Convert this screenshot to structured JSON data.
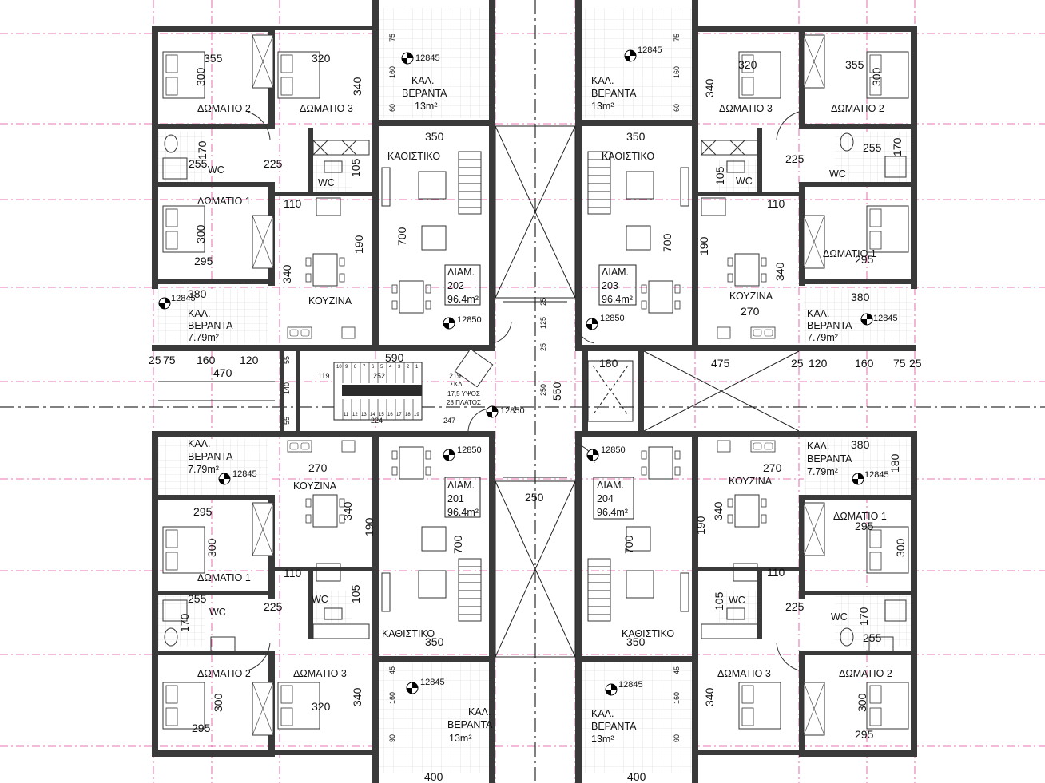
{
  "units": [
    {
      "id": "u202",
      "label": [
        "ΔΙΑΜ.",
        "202",
        "96.4m²"
      ],
      "living": "ΚΑΘΙΣΤΙΚΟ",
      "kitchen": "ΚΟΥΖΙΝΑ",
      "bed1": "ΔΩΜΑΤΙΟ 1",
      "bed2": "ΔΩΜΑΤΙΟ 2",
      "bed3": "ΔΩΜΑΤΙΟ 3",
      "wc1": "WC",
      "wc2": "WC",
      "veranda_main": [
        "ΚΑΛ.",
        "ΒΕΡΑΝΤΑ",
        "13m²"
      ],
      "veranda_small": [
        "ΚΑΛ.",
        "ΒΕΡΑΝΤΑ",
        "7.79m²"
      ],
      "level_main": "12845",
      "level_small": "12845",
      "level_living": "12850",
      "dims": [
        "355",
        "300",
        "320",
        "340",
        "75",
        "160",
        "60",
        "350",
        "170",
        "255",
        "225",
        "105",
        "110",
        "300",
        "295",
        "700",
        "190",
        "340",
        "380"
      ]
    },
    {
      "id": "u203",
      "label": [
        "ΔΙΑΜ.",
        "203",
        "96.4m²"
      ],
      "living": "ΚΑΘΙΣΤΙΚΟ",
      "kitchen": "ΚΟΥΖΙΝΑ",
      "bed1": "ΔΩΜΑΤΙΟ 1",
      "bed2": "ΔΩΜΑΤΙΟ 2",
      "bed3": "ΔΩΜΑΤΙΟ 3",
      "wc1": "WC",
      "wc2": "WC",
      "veranda_main": [
        "ΚΑΛ.",
        "ΒΕΡΑΝΤΑ",
        "13m²"
      ],
      "veranda_small": [
        "ΚΑΛ.",
        "ΒΕΡΑΝΤΑ",
        "7.79m²"
      ],
      "level_main": "12845",
      "level_small": "12845",
      "level_living": "12850",
      "dims": [
        "320",
        "355",
        "300",
        "340",
        "75",
        "160",
        "60",
        "350",
        "255",
        "170",
        "225",
        "105",
        "110",
        "190",
        "700",
        "340",
        "295",
        "270",
        "380"
      ]
    },
    {
      "id": "u201",
      "label": [
        "ΔΙΑΜ.",
        "201",
        "96.4m²"
      ],
      "living": "ΚΑΘΙΣΤΙΚΟ",
      "kitchen": "ΚΟΥΖΙΝΑ",
      "bed1": "ΔΩΜΑΤΙΟ 1",
      "bed2": "ΔΩΜΑΤΙΟ 2",
      "bed3": "ΔΩΜΑΤΙΟ 3",
      "wc1": "WC",
      "wc2": "WC",
      "veranda_main": [
        "ΚΑΛ.",
        "ΒΕΡΑΝΤΑ",
        "13m²"
      ],
      "veranda_small": [
        "ΚΑΛ.",
        "ΒΕΡΑΝΤΑ",
        "7.79m²"
      ],
      "level_main": "12845",
      "level_small": "12845",
      "level_living": "12850",
      "dims": [
        "270",
        "295",
        "340",
        "300",
        "190",
        "700",
        "110",
        "255",
        "170",
        "225",
        "105",
        "350",
        "300",
        "320",
        "340",
        "295",
        "45",
        "160",
        "90",
        "400"
      ]
    },
    {
      "id": "u204",
      "label": [
        "ΔΙΑΜ.",
        "204",
        "96.4m²"
      ],
      "living": "ΚΑΘΙΣΤΙΚΟ",
      "kitchen": "ΚΟΥΖΙΝΑ",
      "bed1": "ΔΩΜΑΤΙΟ 1",
      "bed2": "ΔΩΜΑΤΙΟ 2",
      "bed3": "ΔΩΜΑΤΙΟ 3",
      "wc1": "WC",
      "wc2": "WC",
      "veranda_main": [
        "ΚΑΛ.",
        "ΒΕΡΑΝΤΑ",
        "13m²"
      ],
      "veranda_small": [
        "ΚΑΛ.",
        "ΒΕΡΑΝΤΑ",
        "7.79m²"
      ],
      "level_main": "12845",
      "level_small": "12845",
      "level_living": "12850",
      "dims": [
        "380",
        "180",
        "270",
        "295",
        "340",
        "300",
        "700",
        "190",
        "110",
        "105",
        "225",
        "170",
        "255",
        "350",
        "340",
        "300",
        "295",
        "45",
        "160",
        "90",
        "400"
      ]
    }
  ],
  "core": {
    "stair_label": [
      "ΣΚΛ",
      "17,5 ΥΨΟΣ",
      "28 ΠΛΑΤΟΣ"
    ],
    "stair_treads_top": [
      "10",
      "9",
      "8",
      "7",
      "6",
      "5",
      "4",
      "3",
      "2",
      "1"
    ],
    "stair_treads_bottom": [
      "11",
      "12",
      "13",
      "14",
      "15",
      "16",
      "17",
      "18",
      "19"
    ],
    "dims_top_left": [
      "25",
      "75",
      "160",
      "120",
      "470"
    ],
    "dims_top_right": [
      "475",
      "25",
      "120",
      "160",
      "75",
      "25"
    ],
    "dims_core": [
      "590",
      "119",
      "252",
      "219",
      "55",
      "140",
      "55",
      "224",
      "247",
      "180",
      "550",
      "250",
      "125",
      "25",
      "25",
      "250"
    ],
    "levels": [
      "12850",
      "12850",
      "12850"
    ]
  }
}
